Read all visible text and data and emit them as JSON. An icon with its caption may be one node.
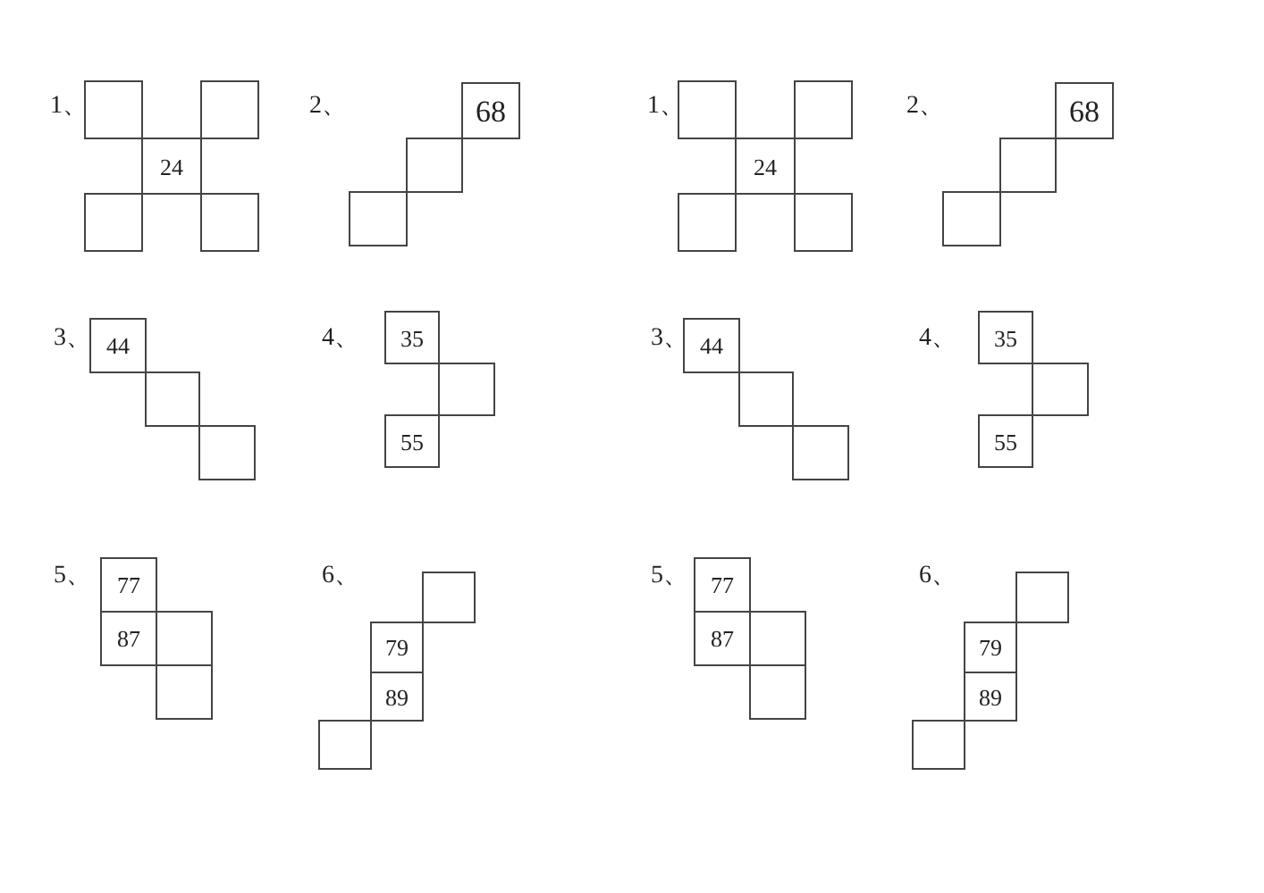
{
  "diagram": {
    "nodes": [
      {
        "text": [],
        "shape": "box"
      },
      {
        "text": [],
        "shape": "box"
      },
      {
        "text": [
          "24"
        ]
      },
      {
        "text": [],
        "shape": "box"
      },
      {
        "text": [],
        "shape": "box"
      },
      {
        "text": [
          "68"
        ]
      },
      {
        "text": [],
        "shape": "box"
      },
      {
        "text": [],
        "shape": "box"
      },
      {
        "text": [],
        "shape": "box"
      },
      {
        "text": [],
        "shape": "box"
      },
      {
        "text": [
          "24"
        ]
      },
      {
        "text": [],
        "shape": "box"
      },
      {
        "text": [],
        "shape": "box"
      },
      {
        "text": [
          "68"
        ]
      },
      {
        "text": [],
        "shape": "box"
      },
      {
        "text": [],
        "shape": "box"
      },
      {
        "text": [
          "44"
        ]
      },
      {
        "text": [],
        "shape": "box"
      },
      {
        "text": [],
        "shape": "box"
      },
      {
        "text": [
          "35"
        ]
      },
      {
        "text": [],
        "shape": "box"
      },
      {
        "text": [
          "55"
        ]
      },
      {
        "text": [
          "44"
        ]
      },
      {
        "text": [],
        "shape": "box"
      },
      {
        "text": [],
        "shape": "box"
      },
      {
        "text": [
          "35"
        ]
      },
      {
        "text": [],
        "shape": "box"
      },
      {
        "text": [
          "55"
        ]
      },
      {
        "text": [
          "77"
        ]
      },
      {
        "text": [
          "87"
        ]
      },
      {
        "text": [],
        "shape": "box"
      },
      {
        "text": [],
        "shape": "box"
      },
      {
        "text": [],
        "shape": "box"
      },
      {
        "text": [
          "79"
        ]
      },
      {
        "text": [
          "89"
        ]
      },
      {
        "text": [],
        "shape": "box"
      },
      {
        "text": [
          "77"
        ]
      },
      {
        "text": [
          "87"
        ]
      },
      {
        "text": [],
        "shape": "box"
      },
      {
        "text": [],
        "shape": "box"
      },
      {
        "text": [],
        "shape": "box"
      },
      {
        "text": [
          "79"
        ]
      },
      {
        "text": [
          "89"
        ]
      },
      {
        "text": [],
        "shape": "box"
      }
    ],
    "labels": [
      "1、",
      "2、",
      "1、",
      "2、",
      "3、",
      "4、",
      "3、",
      "4、",
      "5、",
      "6、",
      "5、",
      "6、"
    ]
  }
}
